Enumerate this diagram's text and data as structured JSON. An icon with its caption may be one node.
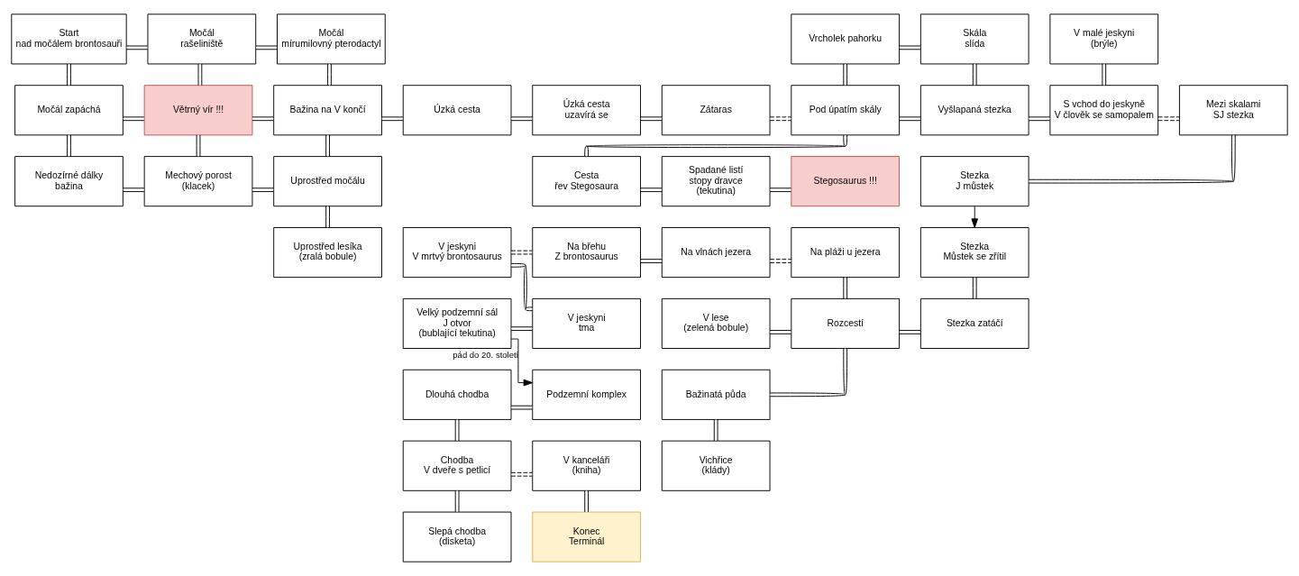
{
  "diagram": {
    "nodes": [
      {
        "text": [
          "Start",
          "nad močálem brontosauři"
        ]
      },
      {
        "text": [
          "Močál",
          "rašeliniště"
        ]
      },
      {
        "text": [
          "Močál",
          "mírumilovný pterodactyl"
        ]
      },
      {
        "text": [
          "Vrcholek pahorku"
        ]
      },
      {
        "text": [
          "Skála",
          "slída"
        ]
      },
      {
        "text": [
          "V malé jeskyni",
          "(brýle)"
        ]
      },
      {
        "text": [
          "Močál zapáchá"
        ]
      },
      {
        "text": [
          "Větrný vír !!!"
        ]
      },
      {
        "text": [
          "Bažina na V končí"
        ]
      },
      {
        "text": [
          "Úzká cesta"
        ]
      },
      {
        "text": [
          "Úzká cesta",
          "uzavírá se"
        ]
      },
      {
        "text": [
          "Zátaras"
        ]
      },
      {
        "text": [
          "Pod úpatím skály"
        ]
      },
      {
        "text": [
          "Vyšlapaná stezka"
        ]
      },
      {
        "text": [
          "S vchod do jeskyně",
          "V člověk se samopalem"
        ]
      },
      {
        "text": [
          "Mezi skalami",
          "SJ stezka"
        ]
      },
      {
        "text": [
          "Nedozírné dálky",
          "bažina"
        ]
      },
      {
        "text": [
          "Mechový porost",
          "(klacek)"
        ]
      },
      {
        "text": [
          "Uprostřed močálu"
        ]
      },
      {
        "text": [
          "Cesta",
          "řev Stegosaura"
        ]
      },
      {
        "text": [
          "Spadané listí",
          "stopy dravce",
          "(tekutina)"
        ]
      },
      {
        "text": [
          "Stegosaurus !!!"
        ]
      },
      {
        "text": [
          "Stezka",
          "J můstek"
        ]
      },
      {
        "text": [
          "Uprostřed lesíka",
          "(zralá bobule)"
        ]
      },
      {
        "text": [
          "V jeskyni",
          "V mrtvý brontosaurus"
        ]
      },
      {
        "text": [
          "Na břehu",
          "Z brontosaurus"
        ]
      },
      {
        "text": [
          "Na vlnách jezera"
        ]
      },
      {
        "text": [
          "Na pláži u jezera"
        ]
      },
      {
        "text": [
          "Stezka",
          "Můstek se zřítil"
        ]
      },
      {
        "text": [
          "Velký podzemní sál",
          "J otvor",
          "(bublající tekutina)"
        ]
      },
      {
        "text": [
          "V jeskyni",
          "tma"
        ]
      },
      {
        "text": [
          "V lese",
          "(zelená bobule)"
        ]
      },
      {
        "text": [
          "Rozcestí"
        ]
      },
      {
        "text": [
          "Stezka zatáčí"
        ]
      },
      {
        "text": [
          "Dlouhá chodba"
        ]
      },
      {
        "text": [
          "Podzemní komplex"
        ]
      },
      {
        "text": [
          "Bažinatá půda"
        ]
      },
      {
        "text": [
          "Chodba",
          "V dveře s petlicí"
        ]
      },
      {
        "text": [
          "V kanceláři",
          "(kniha)"
        ]
      },
      {
        "text": [
          "Vichřice",
          "(klády)"
        ]
      },
      {
        "text": [
          "Slepá chodba",
          "(disketa)"
        ]
      },
      {
        "text": [
          "Konec",
          "Terminál"
        ]
      }
    ],
    "edges": [
      {
        "from": 0,
        "to": 1,
        "arrow": "none"
      },
      {
        "from": 1,
        "to": 2,
        "arrow": "none"
      },
      {
        "from": 0,
        "to": 6,
        "arrow": "none"
      },
      {
        "from": 1,
        "to": 7,
        "arrow": "none"
      },
      {
        "from": 2,
        "to": 8,
        "arrow": "none"
      },
      {
        "from": 3,
        "to": 4,
        "arrow": "none"
      },
      {
        "from": 3,
        "to": 12,
        "arrow": "none"
      },
      {
        "from": 4,
        "to": 13,
        "arrow": "none"
      },
      {
        "from": 5,
        "to": 14,
        "arrow": "none"
      },
      {
        "from": 6,
        "to": 7,
        "arrow": "none"
      },
      {
        "from": 7,
        "to": 8,
        "arrow": "none"
      },
      {
        "from": 8,
        "to": 9,
        "arrow": "none"
      },
      {
        "from": 9,
        "to": 10,
        "arrow": "none"
      },
      {
        "from": 10,
        "to": 11,
        "arrow": "none"
      },
      {
        "from": 11,
        "to": 12,
        "arrow": "none",
        "style": "dashed"
      },
      {
        "from": 12,
        "to": 13,
        "arrow": "none"
      },
      {
        "from": 13,
        "to": 14,
        "arrow": "none"
      },
      {
        "from": 14,
        "to": 15,
        "arrow": "none",
        "style": "dashed"
      },
      {
        "from": 6,
        "to": 16,
        "arrow": "none"
      },
      {
        "from": 7,
        "to": 17,
        "arrow": "none"
      },
      {
        "from": 8,
        "to": 18,
        "arrow": "none"
      },
      {
        "from": 12,
        "to": 19,
        "arrow": "none"
      },
      {
        "from": 15,
        "to": 22,
        "arrow": "none"
      },
      {
        "from": 16,
        "to": 17,
        "arrow": "none"
      },
      {
        "from": 17,
        "to": 18,
        "arrow": "none"
      },
      {
        "from": 19,
        "to": 20,
        "arrow": "none"
      },
      {
        "from": 20,
        "to": 21,
        "arrow": "none"
      },
      {
        "from": 18,
        "to": 23,
        "arrow": "none"
      },
      {
        "from": 22,
        "to": 28,
        "arrow": "to"
      },
      {
        "from": 24,
        "to": 25,
        "arrow": "none",
        "style": "dashed"
      },
      {
        "from": 25,
        "to": 26,
        "arrow": "none"
      },
      {
        "from": 26,
        "to": 27,
        "arrow": "none",
        "style": "dashed"
      },
      {
        "from": 24,
        "to": 30,
        "arrow": "none"
      },
      {
        "from": 27,
        "to": 32,
        "arrow": "none"
      },
      {
        "from": 28,
        "to": 33,
        "arrow": "none"
      },
      {
        "from": 29,
        "to": 30,
        "arrow": "none"
      },
      {
        "from": 31,
        "to": 32,
        "arrow": "none"
      },
      {
        "from": 32,
        "to": 33,
        "arrow": "none"
      },
      {
        "from": 29,
        "to": 35,
        "arrow": "to",
        "label": "pád do 20. století"
      },
      {
        "from": 32,
        "to": 36,
        "arrow": "none"
      },
      {
        "from": 34,
        "to": 35,
        "arrow": "none"
      },
      {
        "from": 34,
        "to": 37,
        "arrow": "none"
      },
      {
        "from": 36,
        "to": 39,
        "arrow": "none"
      },
      {
        "from": 37,
        "to": 38,
        "arrow": "none",
        "style": "dashed"
      },
      {
        "from": 37,
        "to": 40,
        "arrow": "none"
      },
      {
        "from": 38,
        "to": 41,
        "arrow": "none"
      }
    ]
  }
}
